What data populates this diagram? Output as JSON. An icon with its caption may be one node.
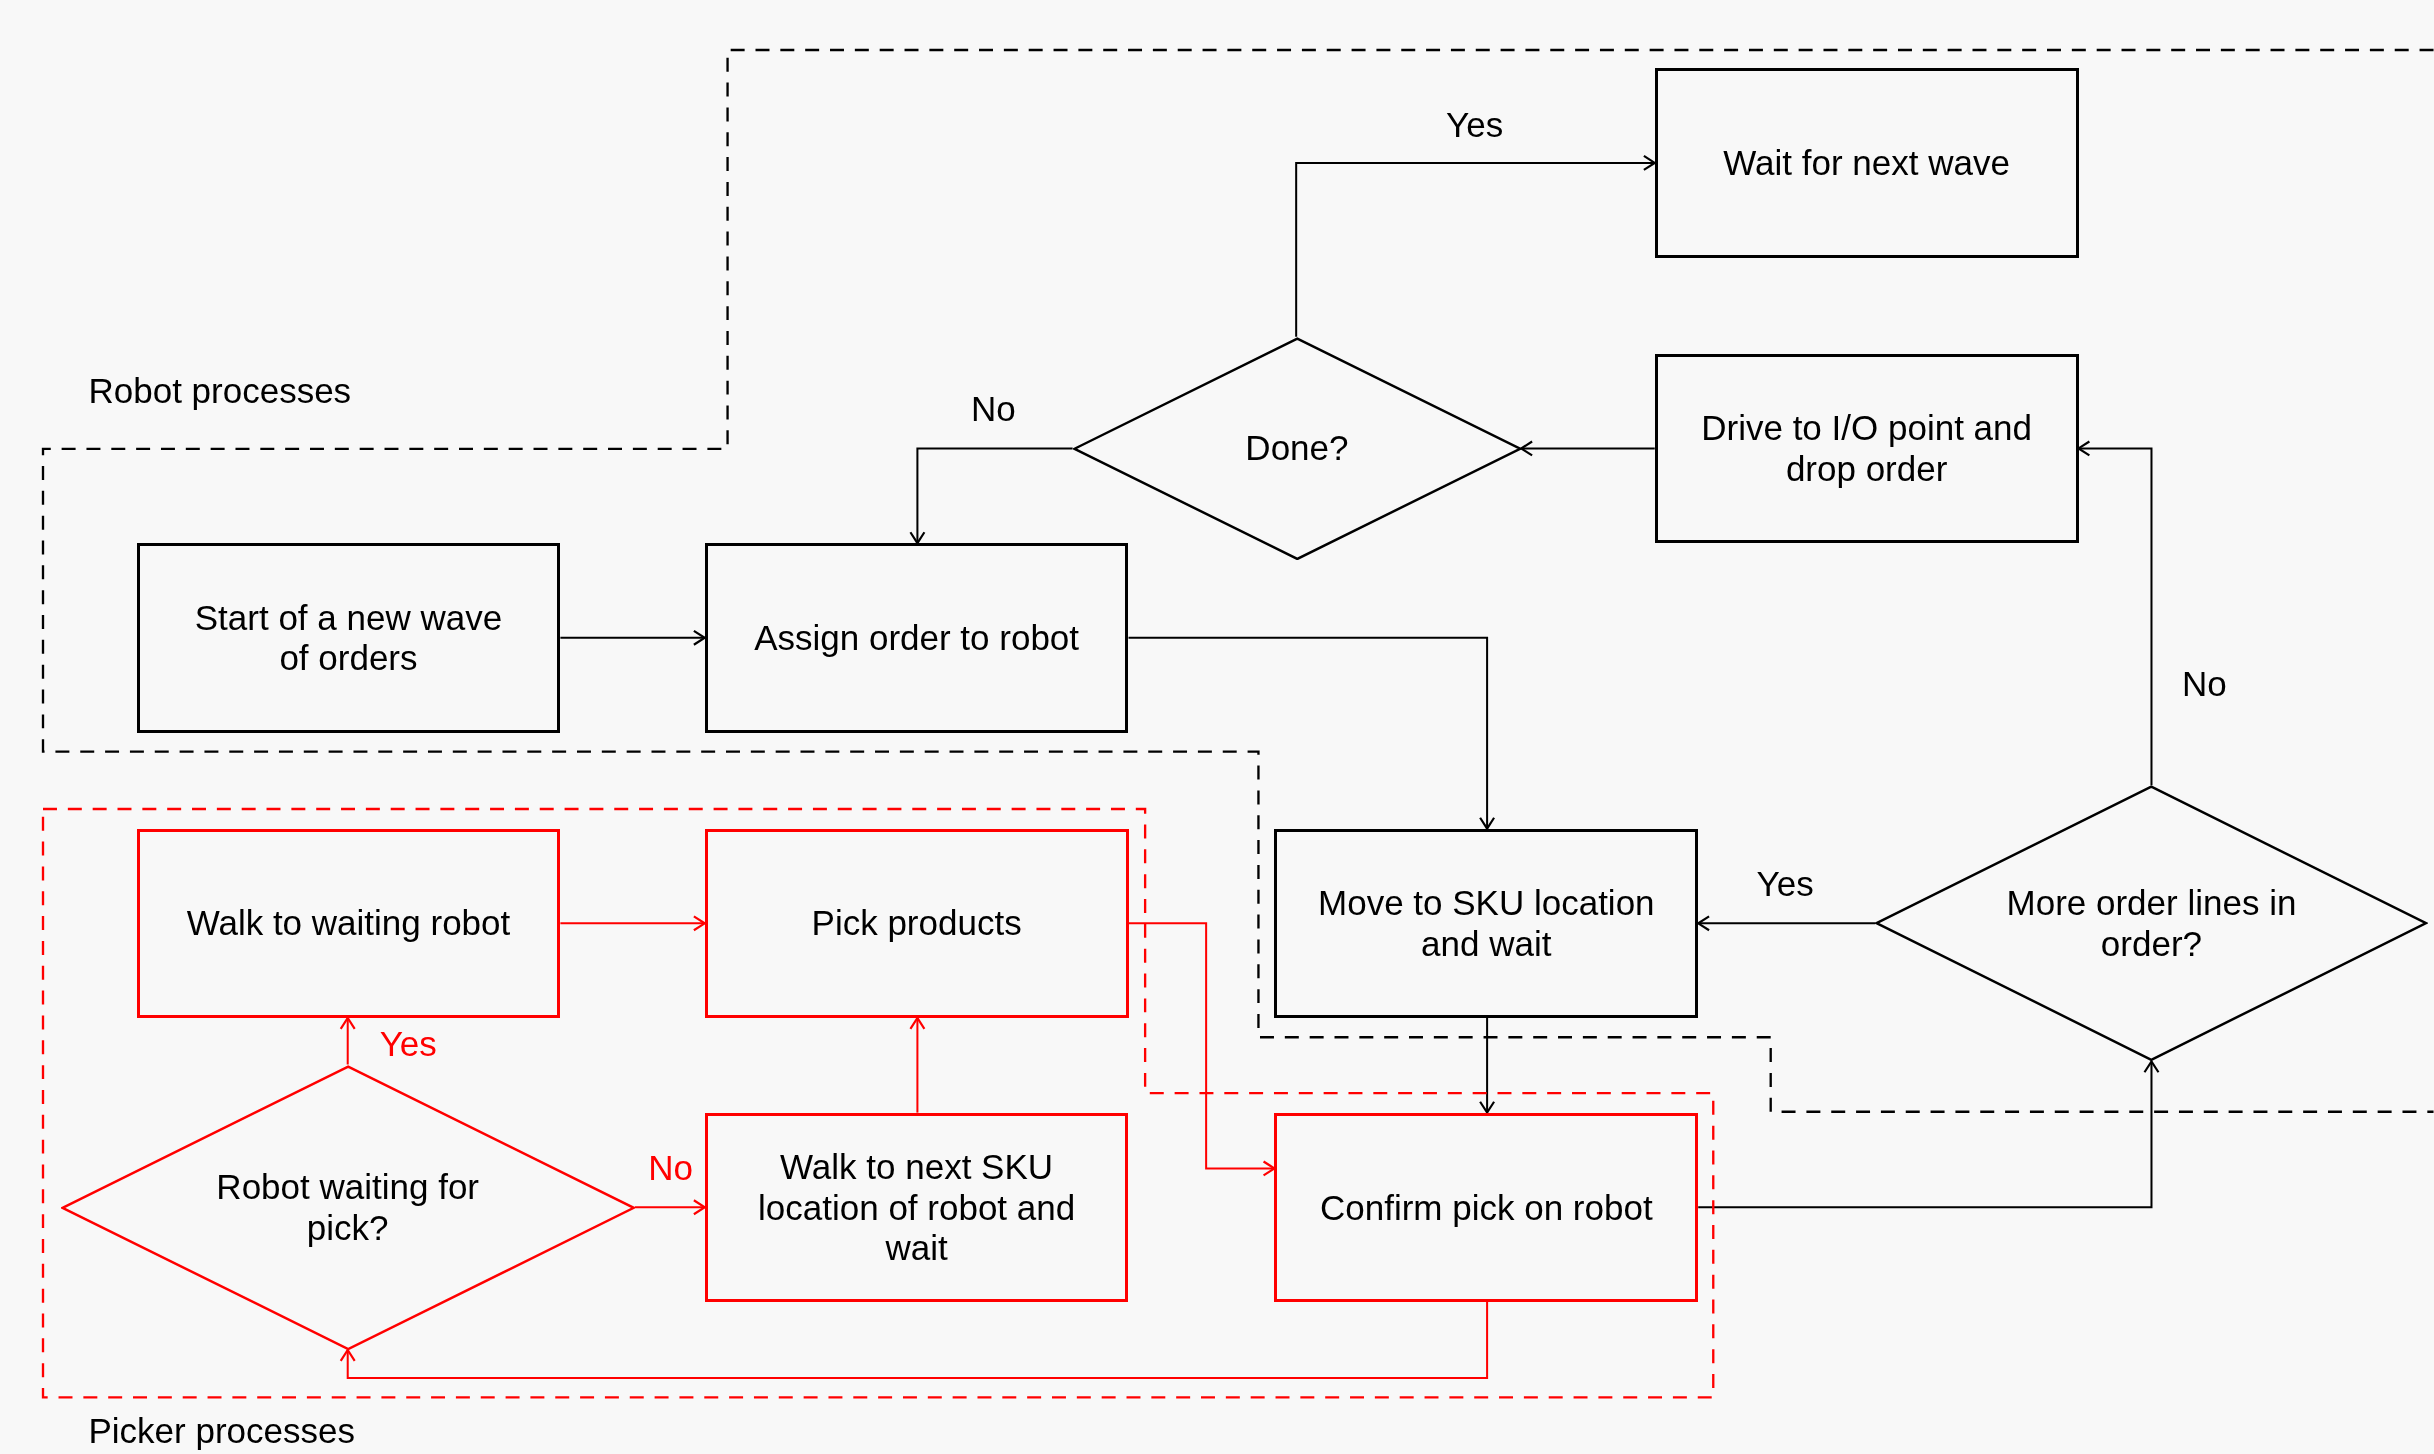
{
  "diagram": {
    "nodes": [
      {
        "text": [
          "Robot processes"
        ]
      },
      {
        "text": [
          "Wait for next wave"
        ],
        "in": 0
      },
      {
        "text": [
          "Drive to I/O point and drop order"
        ],
        "in": 0
      },
      {
        "text": [
          "Done?"
        ],
        "in": 0
      },
      {
        "text": [
          "Start of a new wave of orders"
        ],
        "in": 0
      },
      {
        "text": [
          "Assign order to robot"
        ],
        "in": 0
      },
      {
        "text": [
          "Move to SKU location and wait"
        ],
        "in": 0
      },
      {
        "text": [
          "More order lines in order?"
        ],
        "in": 0
      },
      {
        "text": [
          "Picker processes"
        ]
      },
      {
        "text": [
          "Walk to waiting robot"
        ]
      },
      {
        "text": [
          "Pick products"
        ]
      },
      {
        "text": [
          "Robot waiting for pick?"
        ],
        "in": 8
      },
      {
        "text": [
          "Walk to next SKU location of robot and wait"
        ],
        "in": 8
      },
      {
        "text": [
          "Confirm pick on robot"
        ],
        "in": 8
      }
    ],
    "edges": [
      {
        "from": 3,
        "to": 1,
        "arrow": "to",
        "label": "Yes"
      },
      {
        "from": 2,
        "to": 3,
        "arrow": "to"
      },
      {
        "from": 3,
        "to": 5,
        "arrow": "to",
        "label": "No"
      },
      {
        "from": 4,
        "to": 5,
        "arrow": "to"
      },
      {
        "from": 5,
        "to": 6,
        "arrow": "to"
      },
      {
        "from": 7,
        "to": 6,
        "arrow": "to",
        "label": "Yes"
      },
      {
        "from": 7,
        "to": 2,
        "arrow": "to",
        "label": "No"
      },
      {
        "from": 6,
        "to": 13,
        "arrow": "to"
      },
      {
        "from": 13,
        "to": 7,
        "arrow": "to"
      },
      {
        "from": 9,
        "to": 10,
        "arrow": "to",
        "color": "#ff0000"
      },
      {
        "from": 10,
        "to": 13,
        "arrow": "to",
        "color": "#ff0000"
      },
      {
        "from": 11,
        "to": 9,
        "arrow": "to",
        "label": "Yes",
        "color": "#ff0000"
      },
      {
        "from": 11,
        "to": 12,
        "arrow": "to",
        "label": "No",
        "color": "#ff0000"
      },
      {
        "from": 12,
        "to": 10,
        "arrow": "to",
        "color": "#ff0000"
      },
      {
        "from": 13,
        "to": 11,
        "arrow": "to",
        "color": "#ff0000"
      }
    ]
  }
}
